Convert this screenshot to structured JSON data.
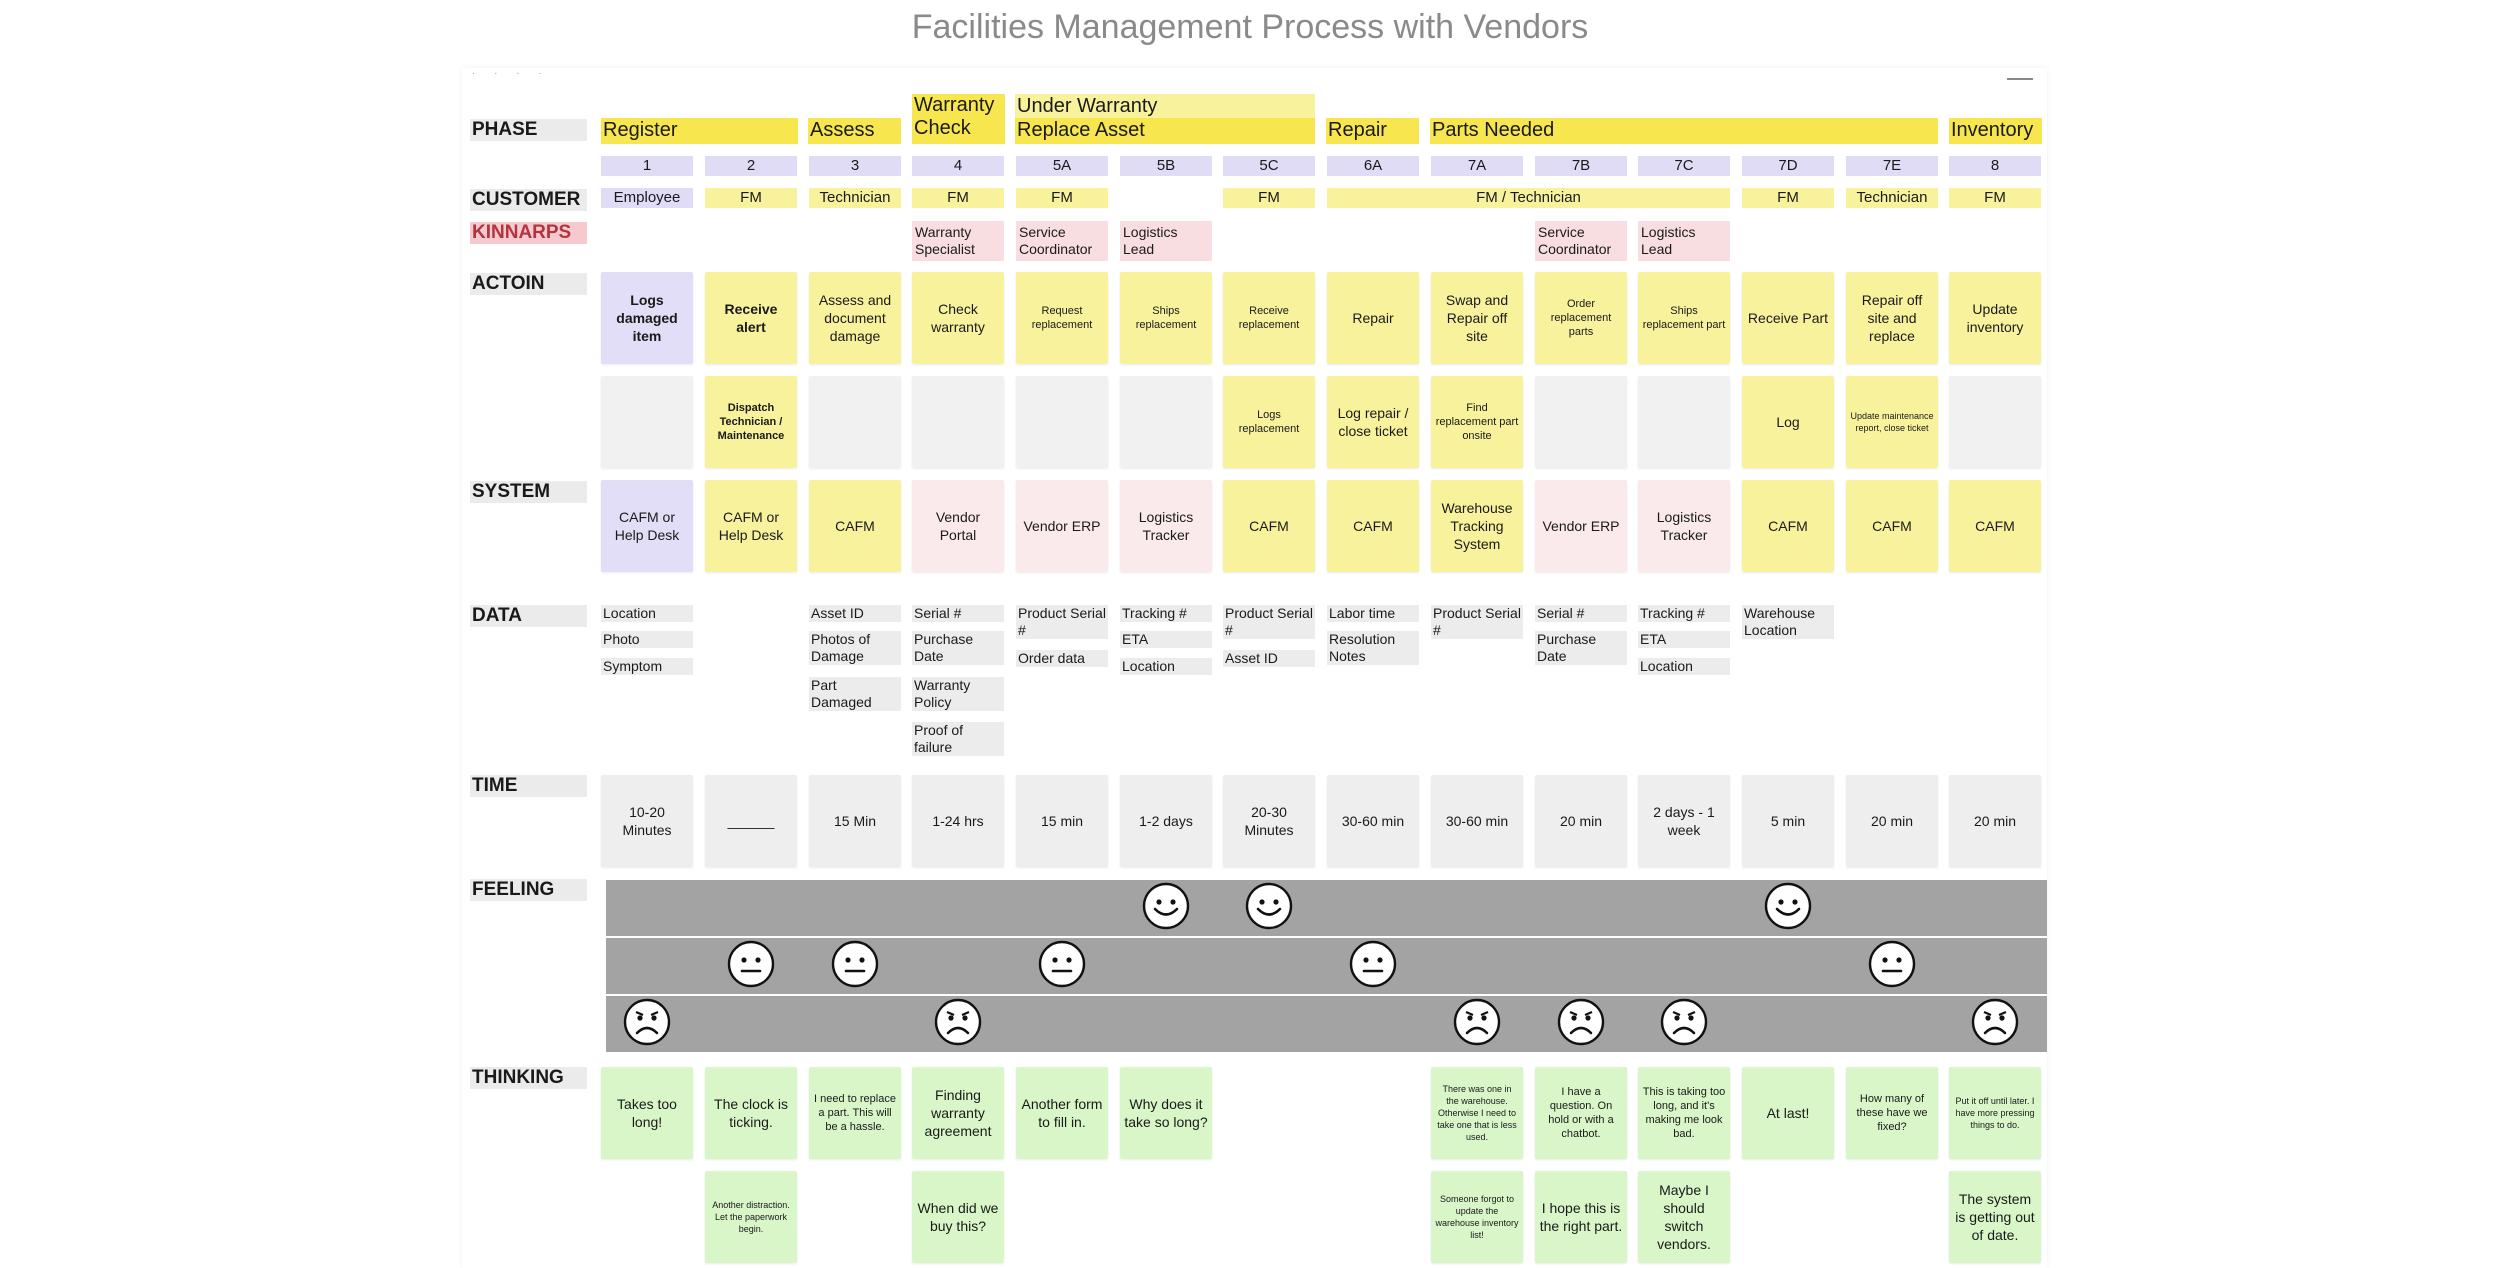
{
  "title": "Facilities Management Process with Vendors",
  "row_labels": {
    "phase": "PHASE",
    "customer": "CUSTOMER",
    "kinnarps": "KINNARPS",
    "action": "ACTOIN",
    "system": "SYSTEM",
    "data": "DATA",
    "time": "TIME",
    "feeling": "FEELING",
    "thinking": "THINKING"
  },
  "phases": {
    "register": "Register",
    "assess": "Assess",
    "warranty_check": "Warranty Check",
    "under_warranty": "Under Warranty",
    "replace_asset": "Replace Asset",
    "repair": "Repair",
    "parts_needed": "Parts Needed",
    "inventory": "Inventory"
  },
  "steps": [
    "1",
    "2",
    "3",
    "4",
    "5A",
    "5B",
    "5C",
    "6A",
    "7A",
    "7B",
    "7C",
    "7D",
    "7E",
    "8"
  ],
  "customer": {
    "c1": "Employee",
    "c2": "FM",
    "c3": "Technician",
    "c4": "FM",
    "c5a": "FM",
    "c5c": "FM",
    "fm_technician": "FM / Technician",
    "c7d": "FM",
    "c7e": "Technician",
    "c8": "FM"
  },
  "kinnarps": {
    "k4": "Warranty Specialist",
    "k5a": "Service Coordinator",
    "k5b": "Logistics Lead",
    "k7b": "Service Coordinator",
    "k7c": "Logistics Lead"
  },
  "actions": {
    "a1": "Logs damaged item",
    "a2": "Receive alert",
    "a3": "Assess and document damage",
    "a4": "Check warranty",
    "a5a": "Request replacement",
    "a5b": "Ships replacement",
    "a5c": "Receive replacement",
    "a6a": "Repair",
    "a7a": "Swap and Repair off site",
    "a7b": "Order replacement parts",
    "a7c": "Ships replacement part",
    "a7d": "Receive Part",
    "a7e": "Repair off site and replace",
    "a8": "Update inventory"
  },
  "actions2": {
    "b2": "Dispatch Technician / Maintenance",
    "b5c": "Logs replacement",
    "b6a": "Log repair / close ticket",
    "b7a": "Find replacement part onsite",
    "b7d": "Log",
    "b7e": "Update maintenance report,  close ticket"
  },
  "systems": {
    "s1": "CAFM or Help Desk",
    "s2": "CAFM or Help Desk",
    "s3": "CAFM",
    "s4": "Vendor Portal",
    "s5a": "Vendor ERP",
    "s5b": "Logistics Tracker",
    "s5c": "CAFM",
    "s6a": "CAFM",
    "s7a": "Warehouse Tracking System",
    "s7b": "Vendor ERP",
    "s7c": "Logistics Tracker",
    "s7d": "CAFM",
    "s7e": "CAFM",
    "s8": "CAFM"
  },
  "data": {
    "d1": [
      "Location",
      "Photo",
      "Symptom"
    ],
    "d3": [
      "Asset ID",
      "Photos of Damage",
      "Part Damaged"
    ],
    "d4": [
      "Serial #",
      "Purchase Date",
      "Warranty Policy",
      "Proof of failure"
    ],
    "d5a": [
      "Product Serial #",
      "Order data"
    ],
    "d5b": [
      "Tracking #",
      "ETA",
      "Location"
    ],
    "d5c": [
      "Product Serial #",
      "Asset ID"
    ],
    "d6a": [
      "Labor time",
      "Resolution Notes"
    ],
    "d7a": [
      "Product Serial #"
    ],
    "d7b": [
      "Serial #",
      "Purchase Date"
    ],
    "d7c": [
      "Tracking #",
      "ETA",
      "Location"
    ],
    "d7d": [
      "Warehouse Location"
    ]
  },
  "time": {
    "t1": "10-20 Minutes",
    "t2": "______",
    "t3": "15 Min",
    "t4": "1-24 hrs",
    "t5a": "15 min",
    "t5b": "1-2 days",
    "t5c": "20-30 Minutes",
    "t6a": "30-60 min",
    "t7a": "30-60 min",
    "t7b": "20 min",
    "t7c": "2 days - 1 week",
    "t7d": "5 min",
    "t7e": "20 min",
    "t8": "20 min"
  },
  "feelings": [
    "sad",
    "neutral",
    "neutral",
    "sad",
    "neutral",
    "happy",
    "happy",
    "neutral",
    "sad",
    "sad",
    "sad",
    "happy",
    "neutral",
    "sad"
  ],
  "thinking": {
    "th1": "Takes too long!",
    "th2": "The clock is ticking.",
    "th3": "I need to replace a part. This will be a hassle.",
    "th4": "Finding warranty agreement",
    "th5a": "Another form to fill in.",
    "th5b": "Why does it take so long?",
    "th7a": "There was one in the warehouse. Otherwise I need to take one that is less used.",
    "th7b": "I have a question. On hold or with a chatbot.",
    "th7c": "This is taking too long, and it's making me look bad.",
    "th7d": "At last!",
    "th7e": "How many of these have we fixed?",
    "th8": "Put it off until later. I have more pressing things to do."
  },
  "thinking2": {
    "tt2": "Another distraction. Let the paperwork begin.",
    "tt4": "When did we buy this?",
    "tt7a": "Someone forgot to update the warehouse inventory list!",
    "tt7b": "I hope this is the right part.",
    "tt7c": "Maybe I should switch vendors.",
    "tt8": "The system is getting out of date."
  },
  "colors": {
    "phase_yellow": "#f7e64d",
    "note_yellow": "#f8f29c",
    "step_purple": "#e0dcf6",
    "kinnarps_pink": "#f8dde1",
    "thinking_green": "#d8f6c8",
    "feeling_band": "#a3a3a3"
  }
}
